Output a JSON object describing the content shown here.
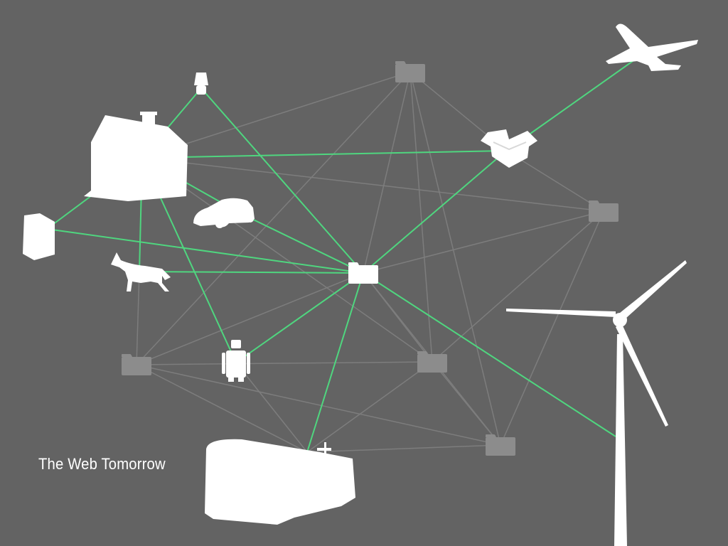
{
  "caption": "The Web Tomorrow",
  "colors": {
    "background": "#636363",
    "active_link": "#4fd67f",
    "inactive_link": "#7d7d7d",
    "device_fill": "#ffffff",
    "folder_fill": "#8c8c8c"
  },
  "nodes": [
    {
      "id": "hub",
      "icon": "folder-icon",
      "state": "active"
    },
    {
      "id": "house",
      "icon": "house-icon",
      "state": "active"
    },
    {
      "id": "lamp",
      "icon": "lamp-icon",
      "state": "active"
    },
    {
      "id": "fridge",
      "icon": "fridge-icon",
      "state": "active"
    },
    {
      "id": "car",
      "icon": "car-icon",
      "state": "active"
    },
    {
      "id": "dog",
      "icon": "dog-icon",
      "state": "active"
    },
    {
      "id": "robot",
      "icon": "robot-icon",
      "state": "active"
    },
    {
      "id": "bus",
      "icon": "bus-icon",
      "state": "active"
    },
    {
      "id": "package",
      "icon": "open-box-icon",
      "state": "active"
    },
    {
      "id": "plane",
      "icon": "airplane-icon",
      "state": "active"
    },
    {
      "id": "turbine",
      "icon": "wind-turbine-icon",
      "state": "active"
    },
    {
      "id": "folder_top",
      "icon": "folder-icon",
      "state": "inactive"
    },
    {
      "id": "folder_right",
      "icon": "folder-icon",
      "state": "inactive"
    },
    {
      "id": "folder_left",
      "icon": "folder-icon",
      "state": "inactive"
    },
    {
      "id": "folder_center",
      "icon": "folder-icon",
      "state": "inactive"
    },
    {
      "id": "folder_bottom",
      "icon": "folder-icon",
      "state": "inactive"
    }
  ],
  "links": [
    {
      "from": "house",
      "to": "lamp",
      "active": true
    },
    {
      "from": "lamp",
      "to": "hub",
      "active": true
    },
    {
      "from": "house",
      "to": "package",
      "active": true
    },
    {
      "from": "package",
      "to": "plane",
      "active": true
    },
    {
      "from": "package",
      "to": "hub",
      "active": true
    },
    {
      "from": "house",
      "to": "car",
      "active": true
    },
    {
      "from": "car",
      "to": "hub",
      "active": true
    },
    {
      "from": "house",
      "to": "fridge",
      "active": true
    },
    {
      "from": "fridge",
      "to": "hub",
      "active": true
    },
    {
      "from": "dog",
      "to": "hub",
      "active": true
    },
    {
      "from": "house",
      "to": "dog",
      "active": true
    },
    {
      "from": "house",
      "to": "robot",
      "active": true
    },
    {
      "from": "robot",
      "to": "hub",
      "active": true
    },
    {
      "from": "hub",
      "to": "bus",
      "active": true
    },
    {
      "from": "hub",
      "to": "turbine",
      "active": true
    },
    {
      "from": "folder_top",
      "to": "house",
      "active": false
    },
    {
      "from": "folder_top",
      "to": "package",
      "active": false
    },
    {
      "from": "folder_top",
      "to": "hub",
      "active": false
    },
    {
      "from": "folder_top",
      "to": "folder_left",
      "active": false
    },
    {
      "from": "folder_top",
      "to": "folder_center",
      "active": false
    },
    {
      "from": "folder_top",
      "to": "folder_bottom",
      "active": false
    },
    {
      "from": "package",
      "to": "folder_right",
      "active": false
    },
    {
      "from": "house",
      "to": "folder_right",
      "active": false
    },
    {
      "from": "folder_right",
      "to": "hub",
      "active": false
    },
    {
      "from": "folder_right",
      "to": "folder_center",
      "active": false
    },
    {
      "from": "folder_right",
      "to": "folder_bottom",
      "active": false
    },
    {
      "from": "house",
      "to": "folder_center",
      "active": false
    },
    {
      "from": "dog",
      "to": "folder_left",
      "active": false
    },
    {
      "from": "folder_left",
      "to": "hub",
      "active": false
    },
    {
      "from": "folder_left",
      "to": "folder_center",
      "active": false
    },
    {
      "from": "folder_left",
      "to": "folder_bottom",
      "active": false
    },
    {
      "from": "folder_left",
      "to": "bus",
      "active": false
    },
    {
      "from": "hub",
      "to": "folder_center",
      "active": false
    },
    {
      "from": "hub",
      "to": "folder_bottom",
      "active": false
    },
    {
      "from": "folder_center",
      "to": "bus",
      "active": false
    },
    {
      "from": "folder_center",
      "to": "folder_bottom",
      "active": false
    },
    {
      "from": "folder_bottom",
      "to": "bus",
      "active": false
    },
    {
      "from": "robot",
      "to": "bus",
      "active": false
    }
  ]
}
